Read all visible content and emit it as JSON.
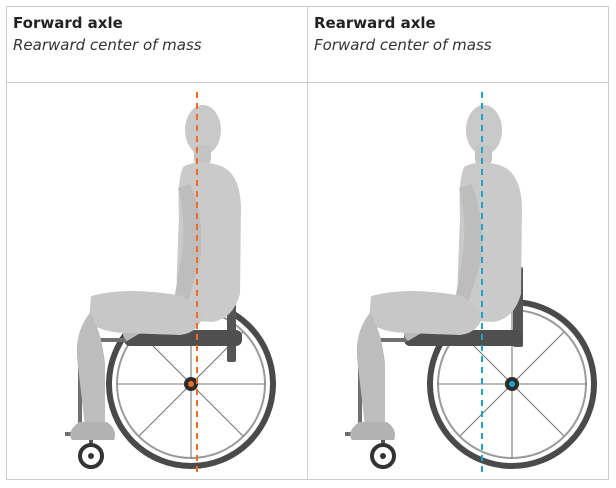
{
  "panels": [
    {
      "title": "Forward axle",
      "subtitle": "Rearward center of mass",
      "accent_color": "#f26b22",
      "line_type": "orange-dashed-center-of-gravity-line"
    },
    {
      "title": "Rearward axle",
      "subtitle": "Forward center of mass",
      "accent_color": "#1fa3c7",
      "line_type": "blue-dashed-center-of-gravity-line"
    }
  ]
}
